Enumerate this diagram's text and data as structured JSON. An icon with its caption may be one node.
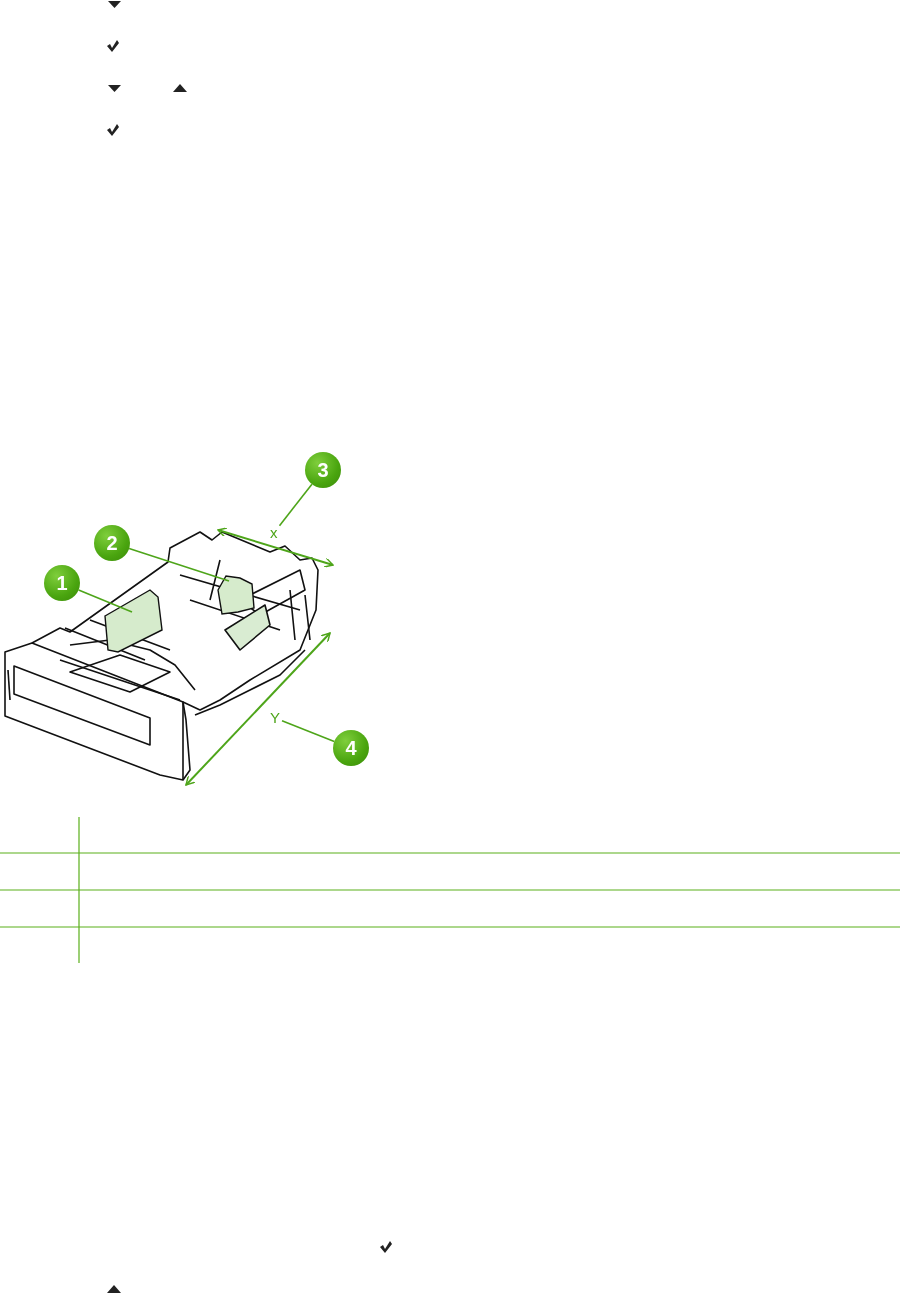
{
  "diagram": {
    "nodes": [
      {
        "text": [
          "1"
        ]
      },
      {
        "text": [
          "2"
        ]
      },
      {
        "text": [
          "3"
        ]
      },
      {
        "text": [
          "4"
        ]
      },
      {
        "text": [
          "x"
        ]
      },
      {
        "text": [
          "Y"
        ]
      },
      {
        "text": [],
        "shape": "picture"
      },
      {
        "text": [],
        "shape": "picture"
      }
    ],
    "edges": [
      {
        "from": 0,
        "to": 6,
        "arrow": "none"
      },
      {
        "from": 1,
        "to": 7,
        "arrow": "none"
      },
      {
        "from": 2,
        "to": 4,
        "arrow": "none"
      },
      {
        "from": 3,
        "to": 5,
        "arrow": "none"
      }
    ]
  }
}
